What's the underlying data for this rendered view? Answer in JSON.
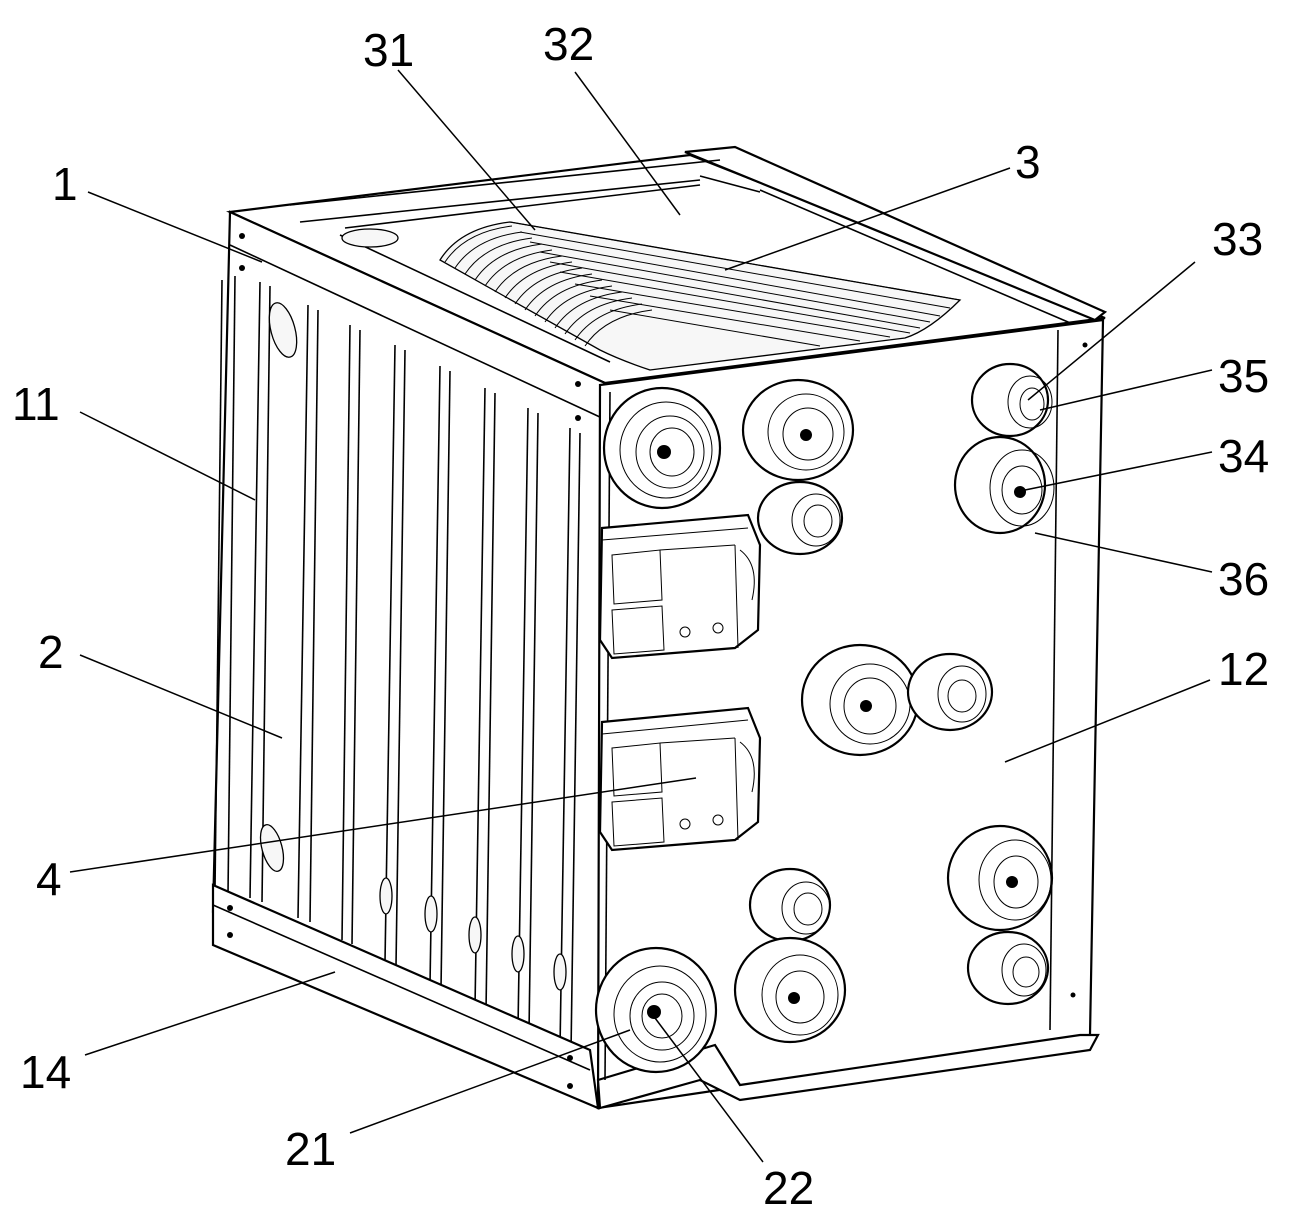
{
  "figure": {
    "labels": [
      {
        "text": "31"
      },
      {
        "text": "32"
      },
      {
        "text": "3"
      },
      {
        "text": "1"
      },
      {
        "text": "33"
      },
      {
        "text": "35"
      },
      {
        "text": "11"
      },
      {
        "text": "34"
      },
      {
        "text": "36"
      },
      {
        "text": "2"
      },
      {
        "text": "12"
      },
      {
        "text": "4"
      },
      {
        "text": "14"
      },
      {
        "text": "21"
      },
      {
        "text": "22"
      }
    ]
  }
}
